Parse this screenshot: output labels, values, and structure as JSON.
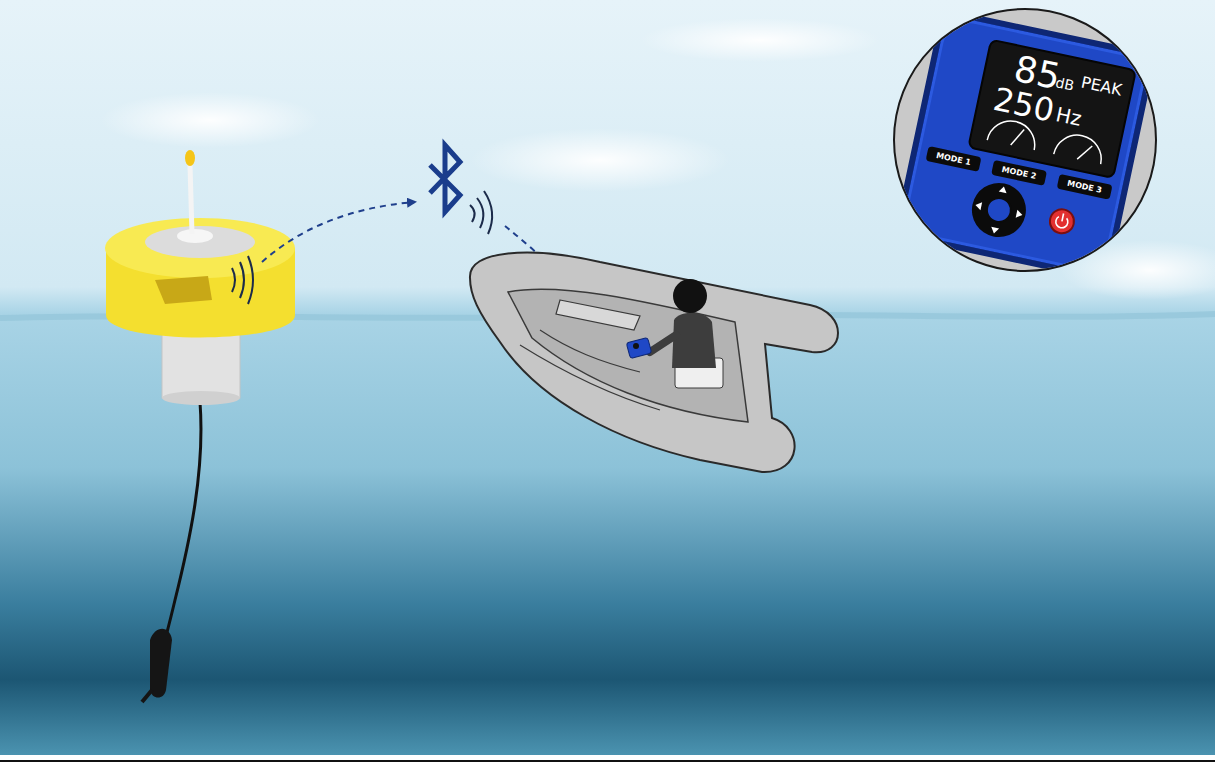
{
  "diagram": {
    "nodes": [
      {
        "text": [
          "85",
          "dB",
          "PEAK",
          "250",
          "Hz"
        ]
      },
      {
        "text": [
          "MODE 1"
        ]
      },
      {
        "text": [
          "MODE 2"
        ]
      },
      {
        "text": [
          "MODE 3"
        ]
      }
    ]
  }
}
